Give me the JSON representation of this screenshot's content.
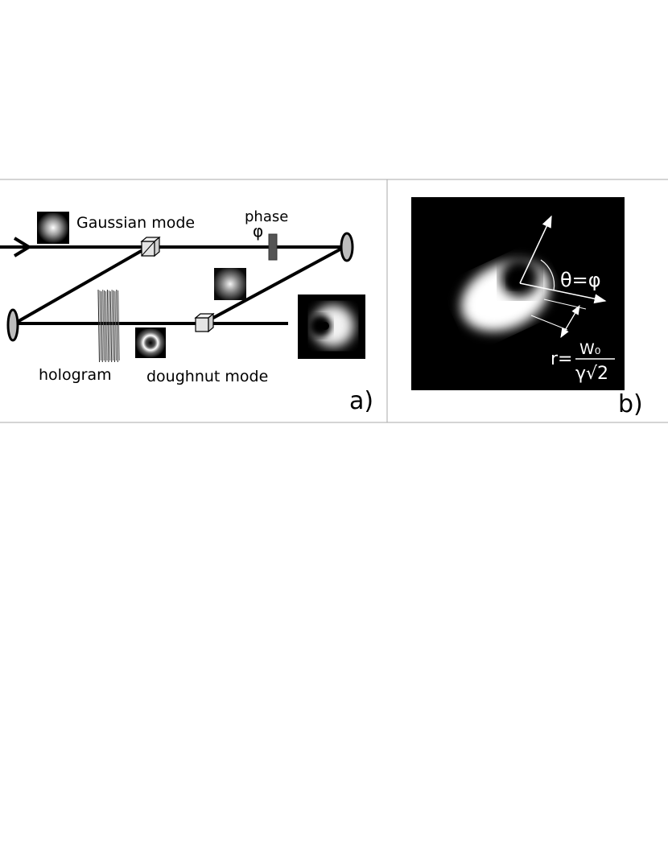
{
  "panel_a": {
    "label": "a)",
    "labels": {
      "gaussian_mode": "Gaussian mode",
      "phase": "phase",
      "phase_symbol": "φ",
      "hologram": "hologram",
      "doughnut_mode": "doughnut mode"
    }
  },
  "panel_b": {
    "label": "b)",
    "angle_label": "θ=φ",
    "radius_prefix": "r=",
    "radius_numerator": "W₀",
    "radius_denominator": "γ√2"
  }
}
